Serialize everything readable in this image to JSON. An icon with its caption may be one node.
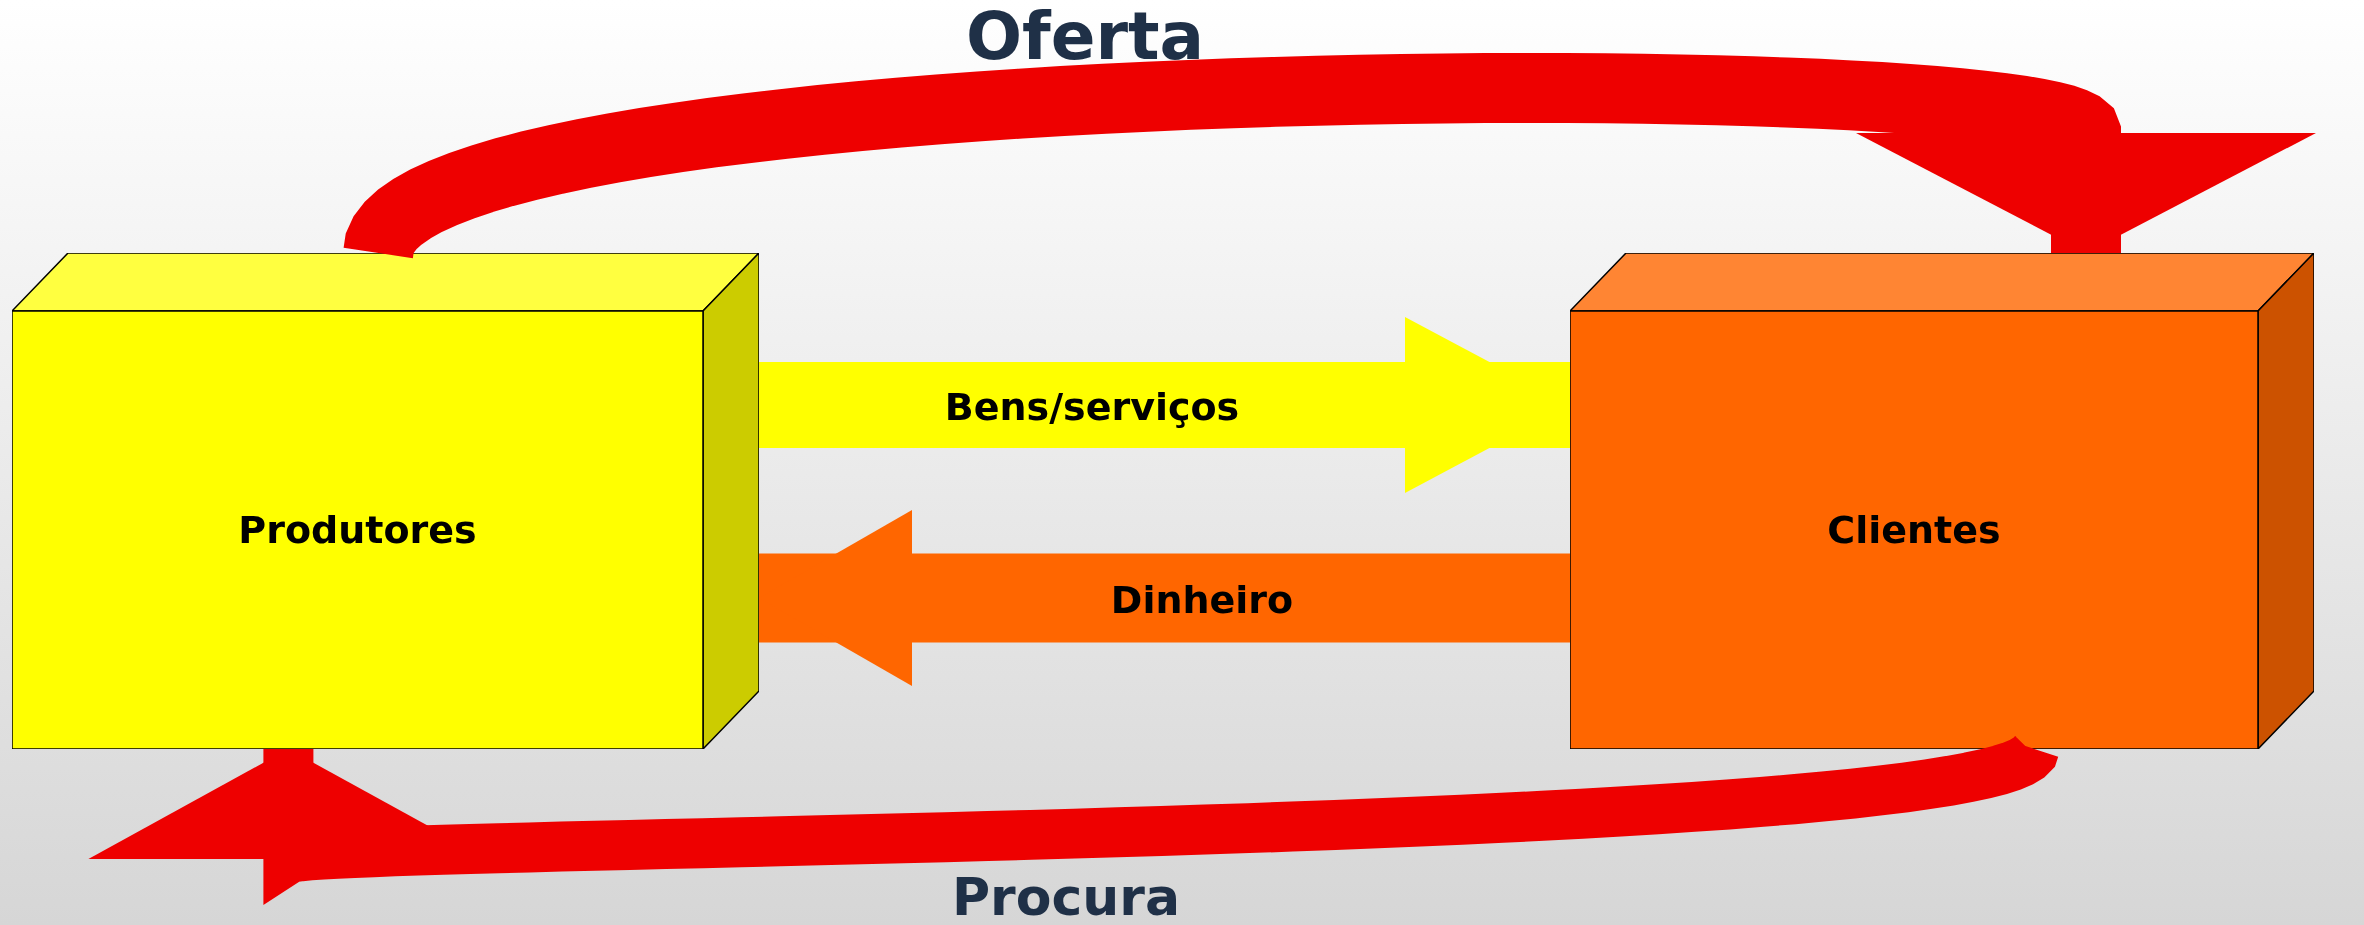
{
  "diagram": {
    "nodes": [
      {
        "text": [
          "Produtores"
        ]
      },
      {
        "text": [
          "Clientes"
        ]
      }
    ],
    "edges": [
      {
        "from": 0,
        "to": 1,
        "arrow": "to",
        "label": "Oferta",
        "color": "#ee0000"
      },
      {
        "from": 0,
        "to": 1,
        "arrow": "to",
        "label": "Bens/serviços",
        "color": "#ffff00"
      },
      {
        "from": 1,
        "to": 0,
        "arrow": "to",
        "label": "Dinheiro",
        "color": "#ff6600"
      },
      {
        "from": 1,
        "to": 0,
        "arrow": "to",
        "label": "Procura",
        "color": "#ee0000"
      }
    ]
  }
}
